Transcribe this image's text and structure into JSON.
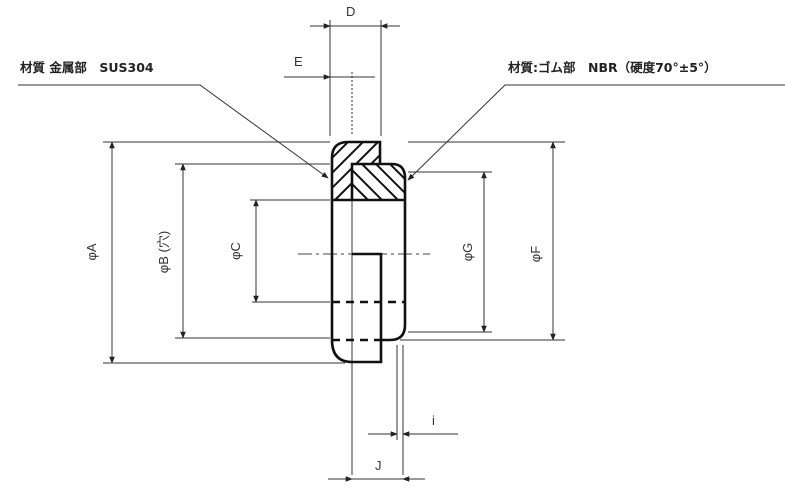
{
  "notes": {
    "metal": "材質 金属部　SUS304",
    "rubber": "材質:ゴム部　NBR（硬度70°±5°）"
  },
  "dimensions": {
    "A": "φA",
    "B": "φB (穴)",
    "C": "φC",
    "D": "D",
    "E": "E",
    "F": "φF",
    "G": "φG",
    "i": "i",
    "J": "J"
  },
  "colors": {
    "line": "#111111",
    "background": "#ffffff"
  }
}
